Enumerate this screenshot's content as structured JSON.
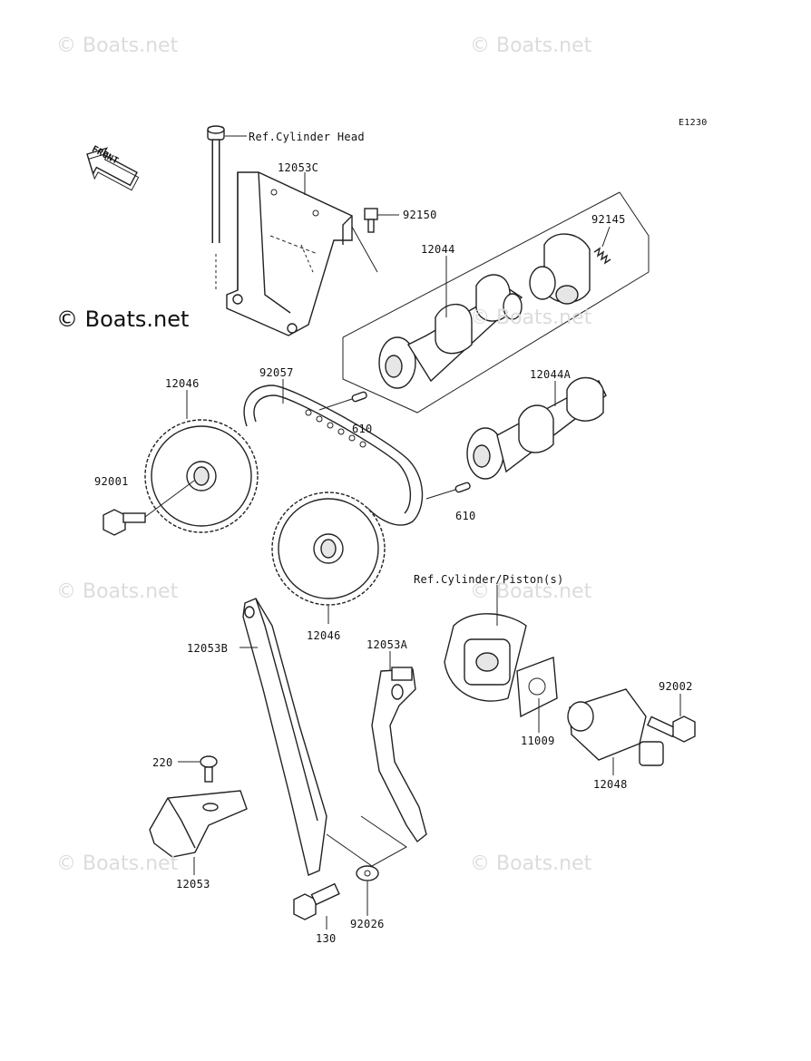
{
  "diagram_code": "E1230",
  "front_label": "FRONT",
  "watermarks": {
    "faint": "© Boats.net",
    "prominent": "© Boats.net"
  },
  "references": {
    "cylinder_head": "Ref.Cylinder Head",
    "cylinder_piston": "Ref.Cylinder/Piston(s)"
  },
  "parts": {
    "p12053C": "12053C",
    "p92150": "92150",
    "p92145": "92145",
    "p12044": "12044",
    "p12044A": "12044A",
    "p92057": "92057",
    "p12046_top": "12046",
    "p12046_bottom": "12046",
    "p610_top": "610",
    "p610_bottom": "610",
    "p92001": "92001",
    "p12053B": "12053B",
    "p12053A": "12053A",
    "p11009": "11009",
    "p92002": "92002",
    "p12048": "12048",
    "p220": "220",
    "p12053": "12053",
    "p130": "130",
    "p92026": "92026"
  }
}
